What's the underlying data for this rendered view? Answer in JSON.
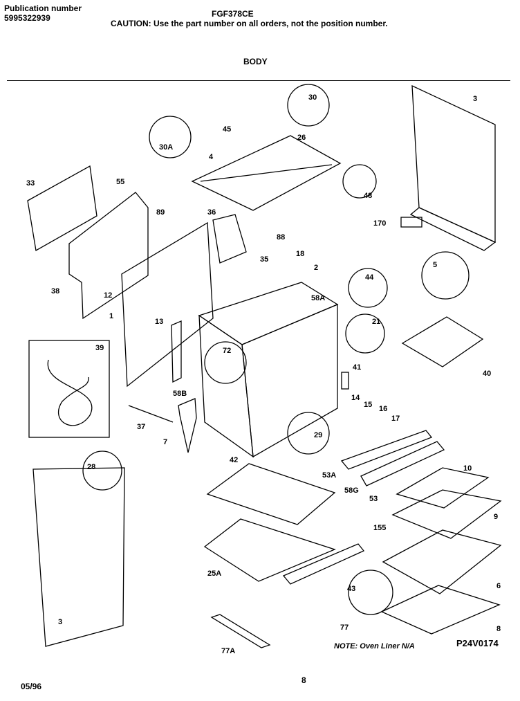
{
  "header": {
    "publication_label": "Publication number",
    "publication_number": "5995322939",
    "model": "FGF378CE",
    "caution": "CAUTION:  Use the part number on all orders, not the position number.",
    "section": "BODY"
  },
  "labels": [
    "3",
    "30",
    "45",
    "26",
    "30A",
    "4",
    "48",
    "33",
    "55",
    "89",
    "36",
    "88",
    "18",
    "35",
    "2",
    "170",
    "5",
    "38",
    "12",
    "44",
    "58A",
    "1",
    "13",
    "21",
    "39",
    "72",
    "41",
    "40",
    "58B",
    "14",
    "15",
    "16",
    "17",
    "37",
    "7",
    "29",
    "42",
    "53A",
    "10",
    "28",
    "58G",
    "53",
    "9",
    "155",
    "25A",
    "6",
    "43",
    "77",
    "3",
    "8",
    "77A"
  ],
  "footer": {
    "note": "NOTE: Oven Liner N/A",
    "figure": "P24V0174",
    "date": "05/96",
    "page": "8"
  }
}
